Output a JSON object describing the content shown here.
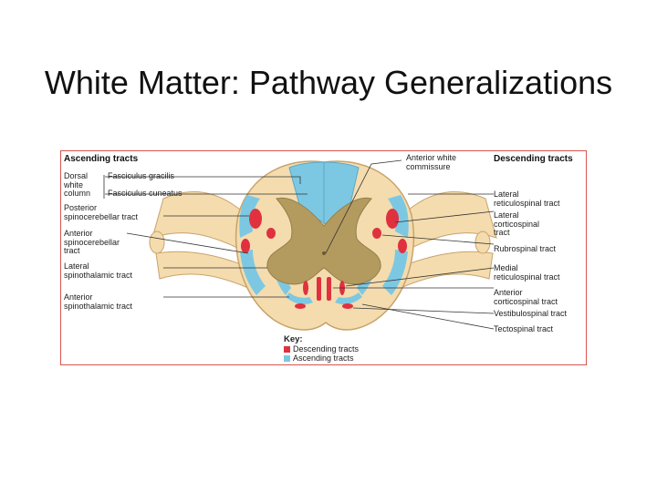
{
  "slide": {
    "title": "White Matter: Pathway Generalizations"
  },
  "figure": {
    "left_heading": "Ascending tracts",
    "right_heading": "Descending tracts",
    "left_labels": {
      "dorsal_white_column": "Dorsal\nwhite\ncolumn",
      "fasciculus_gracilis": "Fasciculus gracilis",
      "fasciculus_cuneatus": "Fasciculus cuneatus",
      "posterior_spinocerebellar": "Posterior\nspinocerebellar tract",
      "anterior_spinocerebellar": "Anterior\nspinocerebellar\ntract",
      "lateral_spinothalamic": "Lateral\nspinothalamic tract",
      "anterior_spinothalamic": "Anterior\nspinothalamic tract"
    },
    "right_labels": {
      "anterior_white_commissure": "Anterior white\ncommissure",
      "lateral_reticulospinal": "Lateral\nreticulospinal tract",
      "lateral_corticospinal": "Lateral\ncorticospinal\ntract",
      "rubrospinal": "Rubrospinal tract",
      "medial_reticulospinal": "Medial\nreticulospinal tract",
      "anterior_corticospinal": "Anterior\ncorticospinal tract",
      "vestibulospinal": "Vestibulospinal tract",
      "tectospinal": "Tectospinal tract"
    },
    "key": {
      "title": "Key:",
      "descending": "Descending tracts",
      "ascending": "Ascending tracts"
    },
    "colors": {
      "descending": "#e0313f",
      "ascending": "#7cc8e3",
      "gray_matter": "#b39a5e",
      "white_matter": "#f4dcae",
      "frame": "#d9534f"
    }
  }
}
